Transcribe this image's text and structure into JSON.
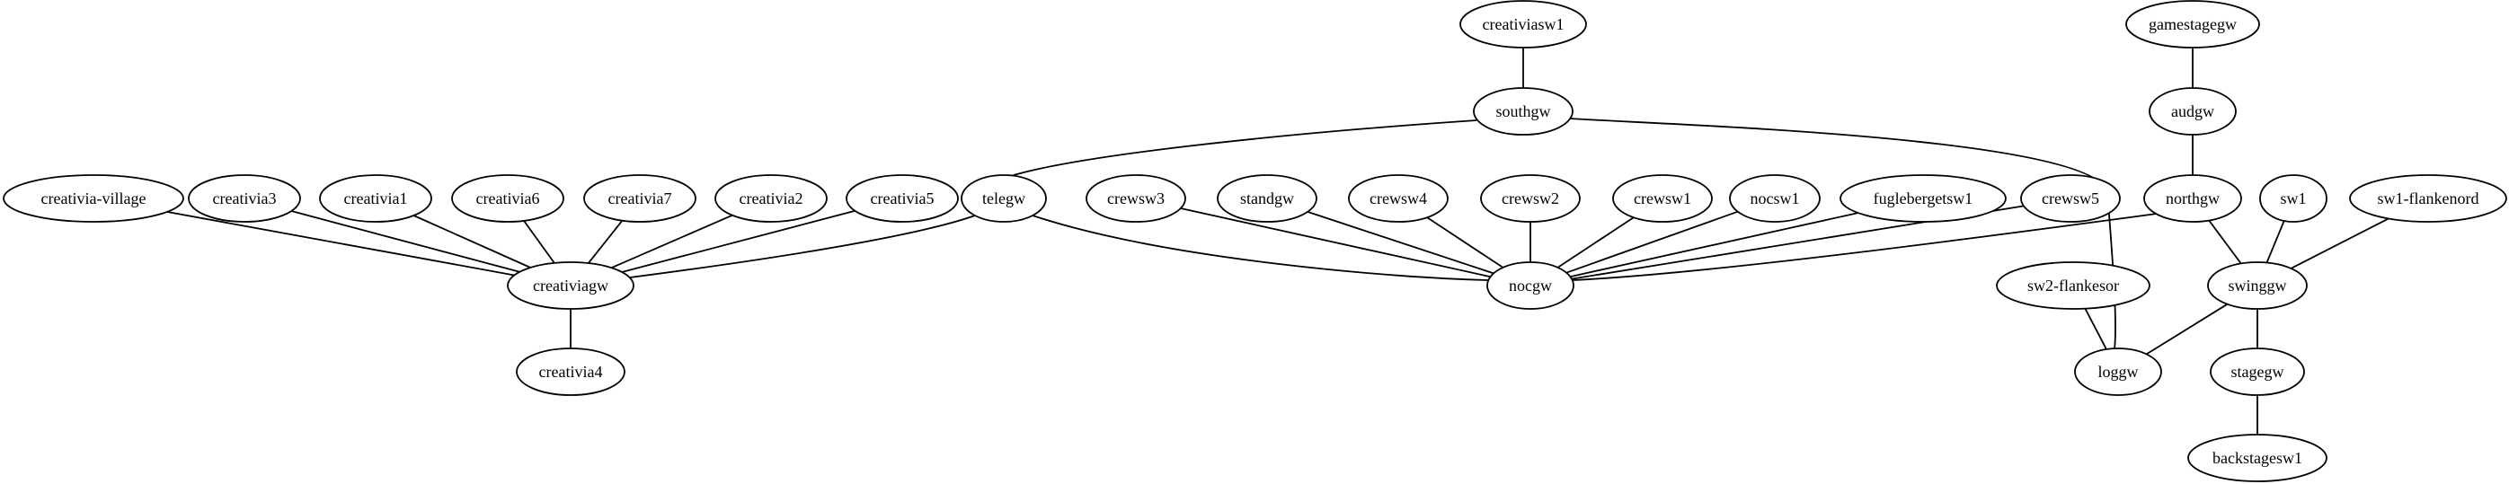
{
  "diagram": {
    "type": "undirected-graph",
    "nodes": [
      {
        "id": "creativia-village",
        "label": "creativia-village"
      },
      {
        "id": "creativia3",
        "label": "creativia3"
      },
      {
        "id": "creativia1",
        "label": "creativia1"
      },
      {
        "id": "creativia6",
        "label": "creativia6"
      },
      {
        "id": "creativia7",
        "label": "creativia7"
      },
      {
        "id": "creativia2",
        "label": "creativia2"
      },
      {
        "id": "creativia5",
        "label": "creativia5"
      },
      {
        "id": "creativiagw",
        "label": "creativiagw"
      },
      {
        "id": "creativia4",
        "label": "creativia4"
      },
      {
        "id": "telegw",
        "label": "telegw"
      },
      {
        "id": "crewsw3",
        "label": "crewsw3"
      },
      {
        "id": "standgw",
        "label": "standgw"
      },
      {
        "id": "crewsw4",
        "label": "crewsw4"
      },
      {
        "id": "crewsw2",
        "label": "crewsw2"
      },
      {
        "id": "crewsw1",
        "label": "crewsw1"
      },
      {
        "id": "nocsw1",
        "label": "nocsw1"
      },
      {
        "id": "fuglebergetsw1",
        "label": "fuglebergetsw1"
      },
      {
        "id": "crewsw5",
        "label": "crewsw5"
      },
      {
        "id": "nocgw",
        "label": "nocgw"
      },
      {
        "id": "creativiasw1",
        "label": "creativiasw1"
      },
      {
        "id": "southgw",
        "label": "southgw"
      },
      {
        "id": "gamestagegw",
        "label": "gamestagegw"
      },
      {
        "id": "audgw",
        "label": "audgw"
      },
      {
        "id": "northgw",
        "label": "northgw"
      },
      {
        "id": "sw1",
        "label": "sw1"
      },
      {
        "id": "sw1-flankenord",
        "label": "sw1-flankenord"
      },
      {
        "id": "sw2-flankesor",
        "label": "sw2-flankesor"
      },
      {
        "id": "swinggw",
        "label": "swinggw"
      },
      {
        "id": "loggw",
        "label": "loggw"
      },
      {
        "id": "stagegw",
        "label": "stagegw"
      },
      {
        "id": "backstagesw1",
        "label": "backstagesw1"
      }
    ],
    "edges": [
      [
        "creativia-village",
        "creativiagw"
      ],
      [
        "creativia3",
        "creativiagw"
      ],
      [
        "creativia1",
        "creativiagw"
      ],
      [
        "creativia6",
        "creativiagw"
      ],
      [
        "creativia7",
        "creativiagw"
      ],
      [
        "creativia2",
        "creativiagw"
      ],
      [
        "creativia5",
        "creativiagw"
      ],
      [
        "telegw",
        "creativiagw"
      ],
      [
        "creativiagw",
        "creativia4"
      ],
      [
        "creativiasw1",
        "southgw"
      ],
      [
        "southgw",
        "telegw"
      ],
      [
        "southgw",
        "loggw"
      ],
      [
        "telegw",
        "nocgw"
      ],
      [
        "crewsw3",
        "nocgw"
      ],
      [
        "standgw",
        "nocgw"
      ],
      [
        "crewsw4",
        "nocgw"
      ],
      [
        "crewsw2",
        "nocgw"
      ],
      [
        "crewsw1",
        "nocgw"
      ],
      [
        "nocsw1",
        "nocgw"
      ],
      [
        "fuglebergetsw1",
        "nocgw"
      ],
      [
        "crewsw5",
        "nocgw"
      ],
      [
        "northgw",
        "nocgw"
      ],
      [
        "gamestagegw",
        "audgw"
      ],
      [
        "audgw",
        "northgw"
      ],
      [
        "northgw",
        "swinggw"
      ],
      [
        "sw1",
        "swinggw"
      ],
      [
        "sw1-flankenord",
        "swinggw"
      ],
      [
        "sw2-flankesor",
        "loggw"
      ],
      [
        "swinggw",
        "loggw"
      ],
      [
        "swinggw",
        "stagegw"
      ],
      [
        "stagegw",
        "backstagesw1"
      ]
    ]
  }
}
